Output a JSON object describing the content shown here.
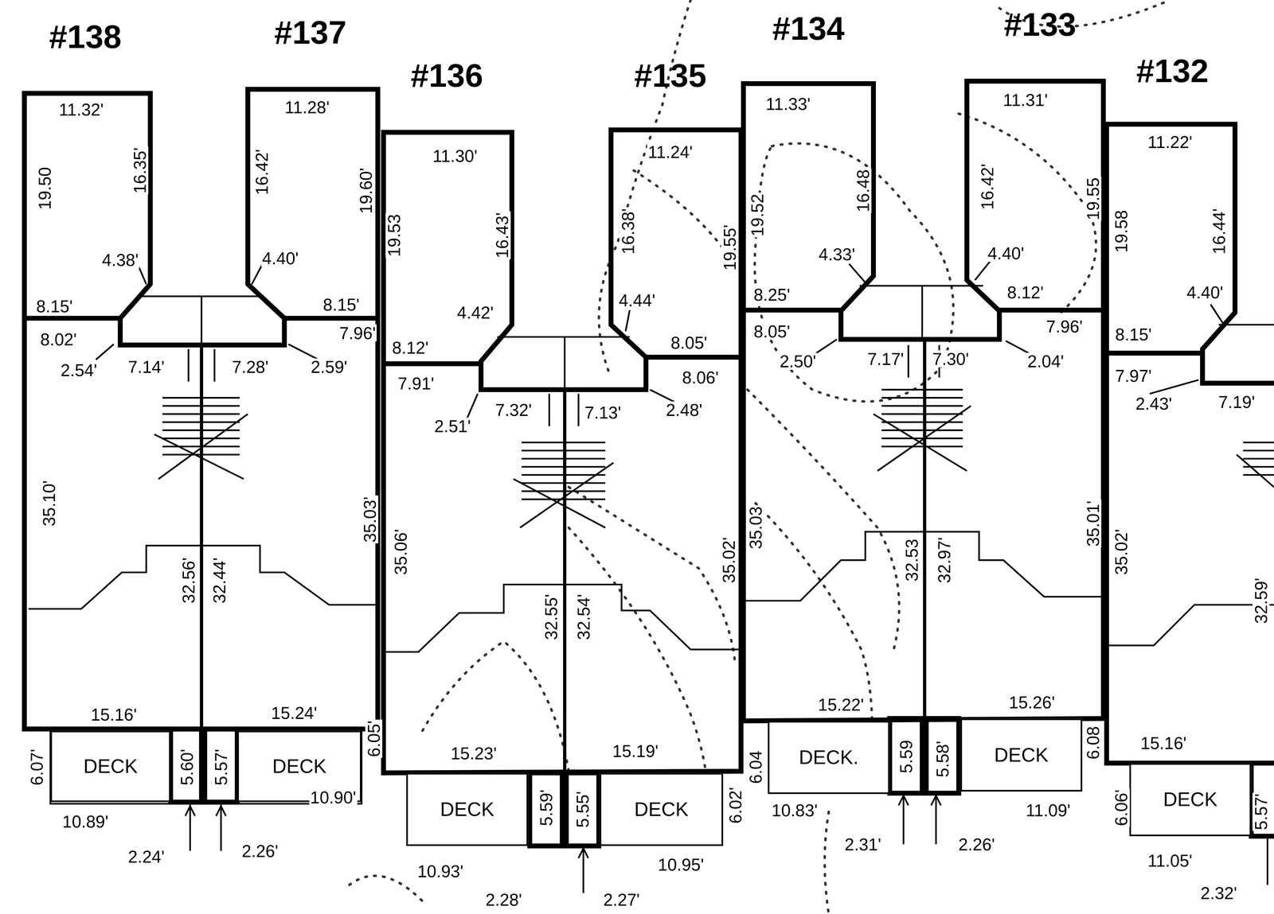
{
  "diagram": {
    "nodes": [
      {
        "text": [
          "DECK"
        ]
      },
      {
        "text": [
          "DECK"
        ]
      },
      {
        "text": [
          "DECK"
        ]
      },
      {
        "text": [
          "DECK"
        ]
      },
      {
        "text": [
          "DECK."
        ]
      },
      {
        "text": [
          "DECK"
        ]
      },
      {
        "text": [
          "DECK"
        ]
      }
    ],
    "labels": [
      "#138",
      "#137",
      "#136",
      "#135",
      "#134",
      "#133",
      "#132",
      "11.32'",
      "19.50",
      "16.35'",
      "4.38'",
      "8.15'",
      "8.02'",
      "2.54'",
      "7.14'",
      "35.10'",
      "32.56'",
      "15.16'",
      "6.07'",
      "5.60'",
      "10.89'",
      "2.24'",
      "11.28'",
      "16.42'",
      "19.60'",
      "4.40'",
      "8.15'",
      "7.96'",
      "2.59'",
      "7.28'",
      "32.44'",
      "35.03'",
      "15.24'",
      "5.57'",
      "6.05'",
      "10.90'",
      "2.26'",
      "11.30'",
      "19.53",
      "16.43'",
      "4.42'",
      "8.12'",
      "7.91'",
      "2.51'",
      "7.32'",
      "35.06'",
      "32.55'",
      "15.23'",
      "5.59'",
      "10.93'",
      "2.28'",
      "11.24'",
      "16.38'",
      "19.55'",
      "4.44'",
      "8.05'",
      "8.06'",
      "2.48'",
      "7.13'",
      "32.54'",
      "35.02'",
      "15.19'",
      "5.55'",
      "6.02'",
      "10.95'",
      "2.27'",
      "11.33'",
      "19.52",
      "16.48",
      "4.33'",
      "8.25'",
      "8.05'",
      "2.50'",
      "7.17'",
      "35.03",
      "32.53",
      "15.22'",
      "6.04",
      "5.59",
      "10.83'",
      "2.31'",
      "11.31'",
      "16.42'",
      "19.55",
      "4.40'",
      "8.12'",
      "7.96'",
      "2.04'",
      "7.30'",
      "32.97'",
      "35.01'",
      "15.26'",
      "5.58'",
      "6.08",
      "11.09'",
      "2.26'",
      "11.22'",
      "19.58",
      "16.44'",
      "4.40'",
      "8.15'",
      "7.97'",
      "2.43'",
      "7.19'",
      "35.02'",
      "32.59'",
      "15.16'",
      "6.06'",
      "5.57'",
      "11.05'",
      "2.32'"
    ]
  }
}
